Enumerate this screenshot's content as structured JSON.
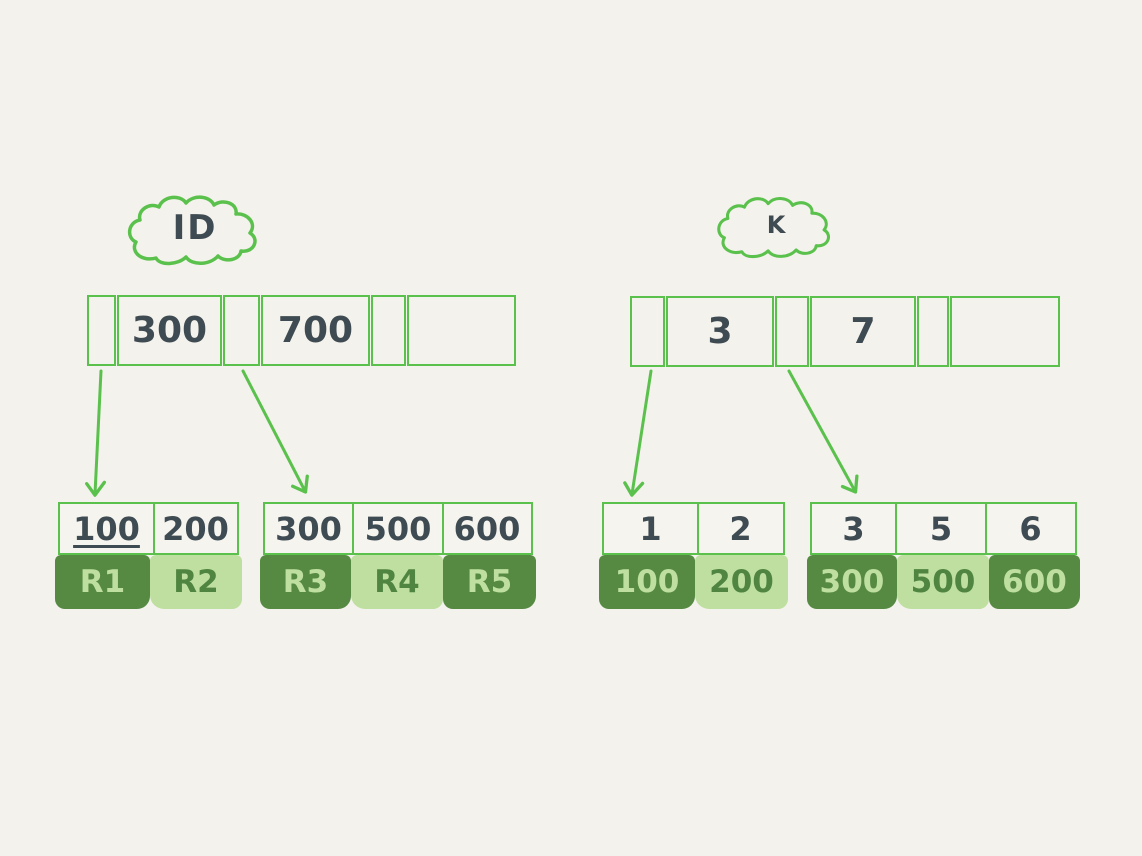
{
  "colors": {
    "background": "#f4f2ec",
    "outline_green": "#5bc14d",
    "ink": "#3f4b52",
    "dark_green": "#568a43",
    "light_green": "#bedfa0"
  },
  "left_index": {
    "cloud_label": "ID",
    "root_cells": [
      "",
      "300",
      "",
      "700",
      "",
      ""
    ],
    "leaf1": {
      "keys": [
        "100",
        "200"
      ],
      "records": [
        "R1",
        "R2"
      ]
    },
    "leaf2": {
      "keys": [
        "300",
        "500",
        "600"
      ],
      "records": [
        "R3",
        "R4",
        "R5"
      ]
    }
  },
  "right_index": {
    "cloud_label": "K",
    "root_cells": [
      "",
      "3",
      "",
      "7",
      "",
      ""
    ],
    "leaf1": {
      "keys": [
        "1",
        "2"
      ],
      "records": [
        "100",
        "200"
      ]
    },
    "leaf2": {
      "keys": [
        "3",
        "5",
        "6"
      ],
      "records": [
        "300",
        "500",
        "600"
      ]
    }
  }
}
